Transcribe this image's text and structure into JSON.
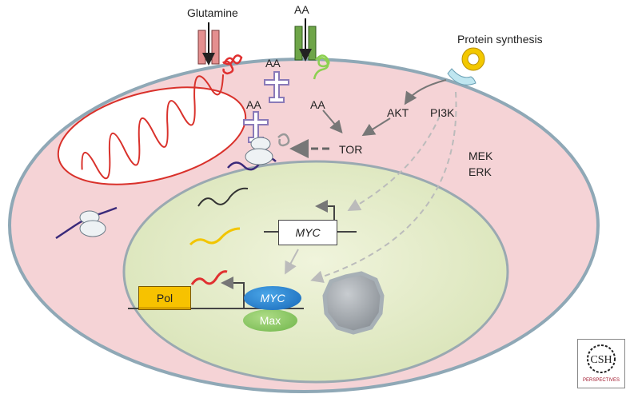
{
  "labels": {
    "glutamine": "Glutamine",
    "aa_top": "AA",
    "protein_synthesis": "Protein synthesis",
    "aa_mid1": "AA",
    "aa_mid2": "AA",
    "aa_mid3": "AA",
    "akt": "AKT",
    "pi3k": "PI3K",
    "tor": "TOR",
    "mek": "MEK",
    "erk": "ERK",
    "myc_gene": "MYC",
    "pol": "Pol",
    "myc_protein": "MYC",
    "max": "Max"
  },
  "logo": {
    "text": "CSH",
    "subtext": "PERSPECTIVES"
  },
  "colors": {
    "cell_fill": "#f5d3d6",
    "cell_border": "#8fa8b6",
    "nucleus_fill": "#e6edcf",
    "mito_line": "#d9312b",
    "pol_fill": "#f7c200",
    "myc_fill": "#1f77c9",
    "max_fill": "#8cc86a"
  }
}
